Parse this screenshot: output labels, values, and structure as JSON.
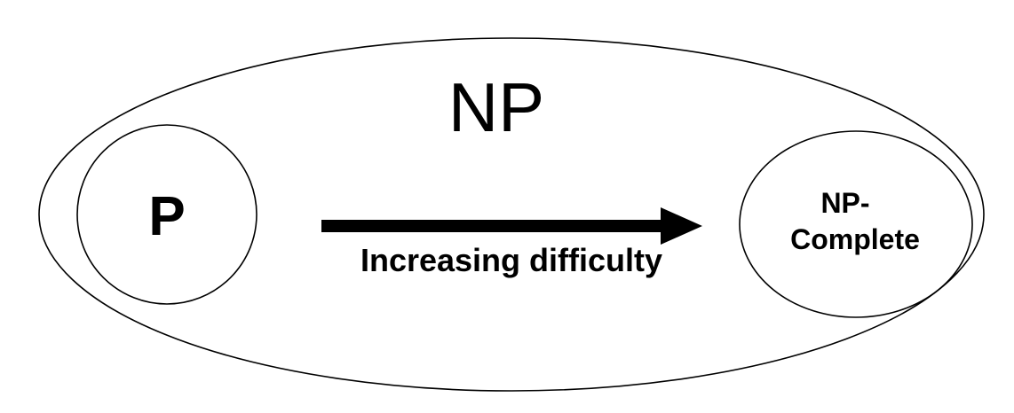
{
  "diagram": {
    "outer_set_label": "NP",
    "left_set_label": "P",
    "right_set_label_line1": "NP-",
    "right_set_label_line2": "Complete",
    "arrow_label": "Increasing difficulty"
  },
  "colors": {
    "stroke": "#000000",
    "fill": "#ffffff",
    "text": "#000000"
  }
}
